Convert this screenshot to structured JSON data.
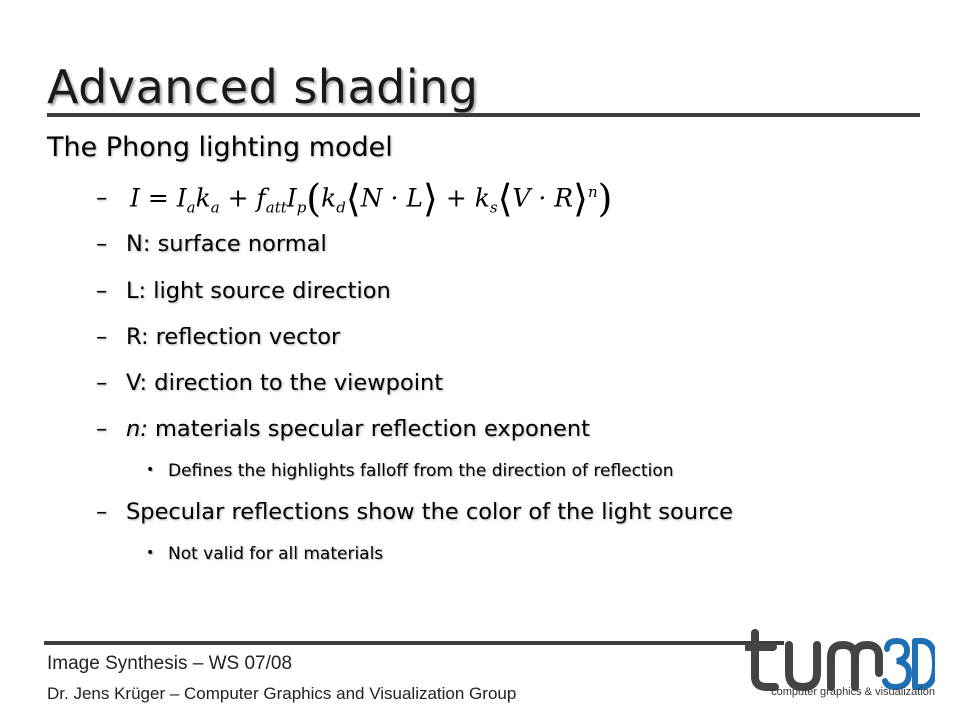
{
  "slide": {
    "title": "Advanced shading",
    "subtitle": "The Phong lighting model",
    "dash": "–",
    "bullet": "•",
    "items": [
      {
        "label": "N: surface normal"
      },
      {
        "label": "L: light source direction"
      },
      {
        "label": "R: reflection vector"
      },
      {
        "label": "V: direction to the viewpoint"
      },
      {
        "prefix": "n:",
        "label": " materials specular reflection exponent"
      },
      {
        "sub": "Defines the highlights falloff from the direction of reflection"
      },
      {
        "label": "Specular reflections show the color of the light source"
      },
      {
        "sub": "Not valid for all materials"
      }
    ]
  },
  "formula": {
    "lhs": "I",
    "eq": " = ",
    "t1": "I",
    "t1_sub": "a",
    "t2": "k",
    "t2_sub": "a",
    "plus": " + ",
    "t3": "f",
    "t3_sub": "att",
    "t4": "I",
    "t4_sub": "p",
    "lparen": "(",
    "t5": "k",
    "t5_sub": "d",
    "langle": "⟨",
    "dot1": "N · L",
    "rangle": "⟩",
    "plus2": " + ",
    "t6": "k",
    "t6_sub": "s",
    "dot2": "V · R",
    "exp": "n",
    "rparen": ")"
  },
  "footer": {
    "line1": "Image Synthesis – WS 07/08",
    "line2": "Dr. Jens Krüger – Computer Graphics and Visualization Group"
  },
  "logo": {
    "text": "computer graphics & visualization",
    "accent": "#1f6fb5"
  }
}
